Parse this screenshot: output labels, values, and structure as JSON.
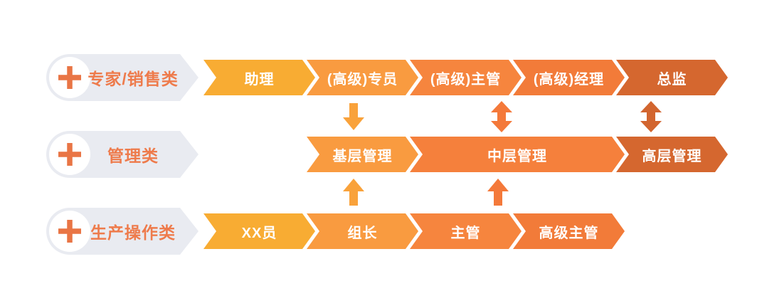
{
  "palette": {
    "pill_bg": "#E9EBF1",
    "pill_text": "#EE7B4C",
    "plus_color": "#E97545",
    "stage_text": "#FFFFFF",
    "background": "#FFFFFF"
  },
  "rows": [
    {
      "id": "expert-sales",
      "label": "专家/销售类",
      "stages": [
        {
          "label": "助理",
          "color": "#F8AC33"
        },
        {
          "label": "(高级)专员",
          "color": "#F99B40"
        },
        {
          "label": "(高级)主管",
          "color": "#F6853E"
        },
        {
          "label": "(高级)经理",
          "color": "#F27B39"
        },
        {
          "label": "总监",
          "color": "#D5672F"
        }
      ]
    },
    {
      "id": "management",
      "label": "管理类",
      "stages": [
        {
          "label": "基层管理",
          "color": "#F99B40"
        },
        {
          "label": "中层管理",
          "color": "#F5803C"
        },
        {
          "label": "高层管理",
          "color": "#D5672F"
        }
      ]
    },
    {
      "id": "production-operations",
      "label": "生产操作类",
      "stages": [
        {
          "label": "XX员",
          "color": "#F8AC33"
        },
        {
          "label": "组长",
          "color": "#F99B40"
        },
        {
          "label": "主管",
          "color": "#F6853E"
        },
        {
          "label": "高级主管",
          "color": "#F27B39"
        }
      ]
    }
  ],
  "connectors": [
    {
      "id": "expert-to-management-left",
      "direction": "down",
      "color": "#F9A23B"
    },
    {
      "id": "expert-to-management-middle",
      "direction": "up-down",
      "color": "#F4793A"
    },
    {
      "id": "expert-to-management-right",
      "direction": "up-down",
      "color": "#D2652F"
    },
    {
      "id": "production-to-management-left",
      "direction": "up",
      "color": "#F9A23B"
    },
    {
      "id": "production-to-management-right",
      "direction": "up",
      "color": "#F4793A"
    }
  ]
}
